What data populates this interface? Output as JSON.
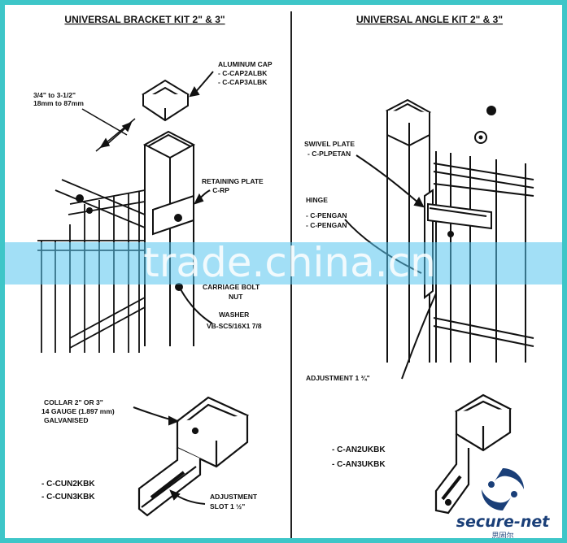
{
  "titles": {
    "left": "UNIVERSAL BRACKET KIT 2\" & 3\"",
    "right": "UNIVERSAL ANGLE KIT 2\" & 3\""
  },
  "left_labels": {
    "dim_1": "3/4\" to 3-1/2\"",
    "dim_2": "18mm to 87mm",
    "cap_1": "ALUMINUM CAP",
    "cap_2": "- C-CAP2ALBK",
    "cap_3": "- C-CAP3ALBK",
    "plate_1": "RETAINING PLATE",
    "plate_2": "- C-RP",
    "bolt_1": "CARRIAGE BOLT",
    "bolt_2": "NUT",
    "bolt_3": "WASHER",
    "bolt_4": "VB-SC5/16X1 7/8",
    "collar_1": "COLLAR 2\" OR 3\"",
    "collar_2": "14 GAUGE (1.897 mm)",
    "collar_3": "GALVANISED",
    "code_1": "- C-CUN2KBK",
    "code_2": "- C-CUN3KBK",
    "adj_1": "ADJUSTMENT",
    "adj_2": "SLOT 1 ½\""
  },
  "right_labels": {
    "swivel_1": "SWIVEL PLATE",
    "swivel_2": "- C-PLPETAN",
    "hinge_1": "HINGE",
    "hinge_2": "- C-PENGAN",
    "hinge_3": "- C-PENGAN",
    "adjust": "ADJUSTMENT 1 ¾\"",
    "code_1": "- C-AN2UKBK",
    "code_2": "- C-AN3UKBK"
  },
  "watermark": "trade.china.cn",
  "logo": {
    "name": "secure-net",
    "sub": "思固尔"
  },
  "colors": {
    "border": "#3ec6c8",
    "line": "#111111",
    "band": "#55c4ee",
    "brand": "#1a3f78"
  }
}
